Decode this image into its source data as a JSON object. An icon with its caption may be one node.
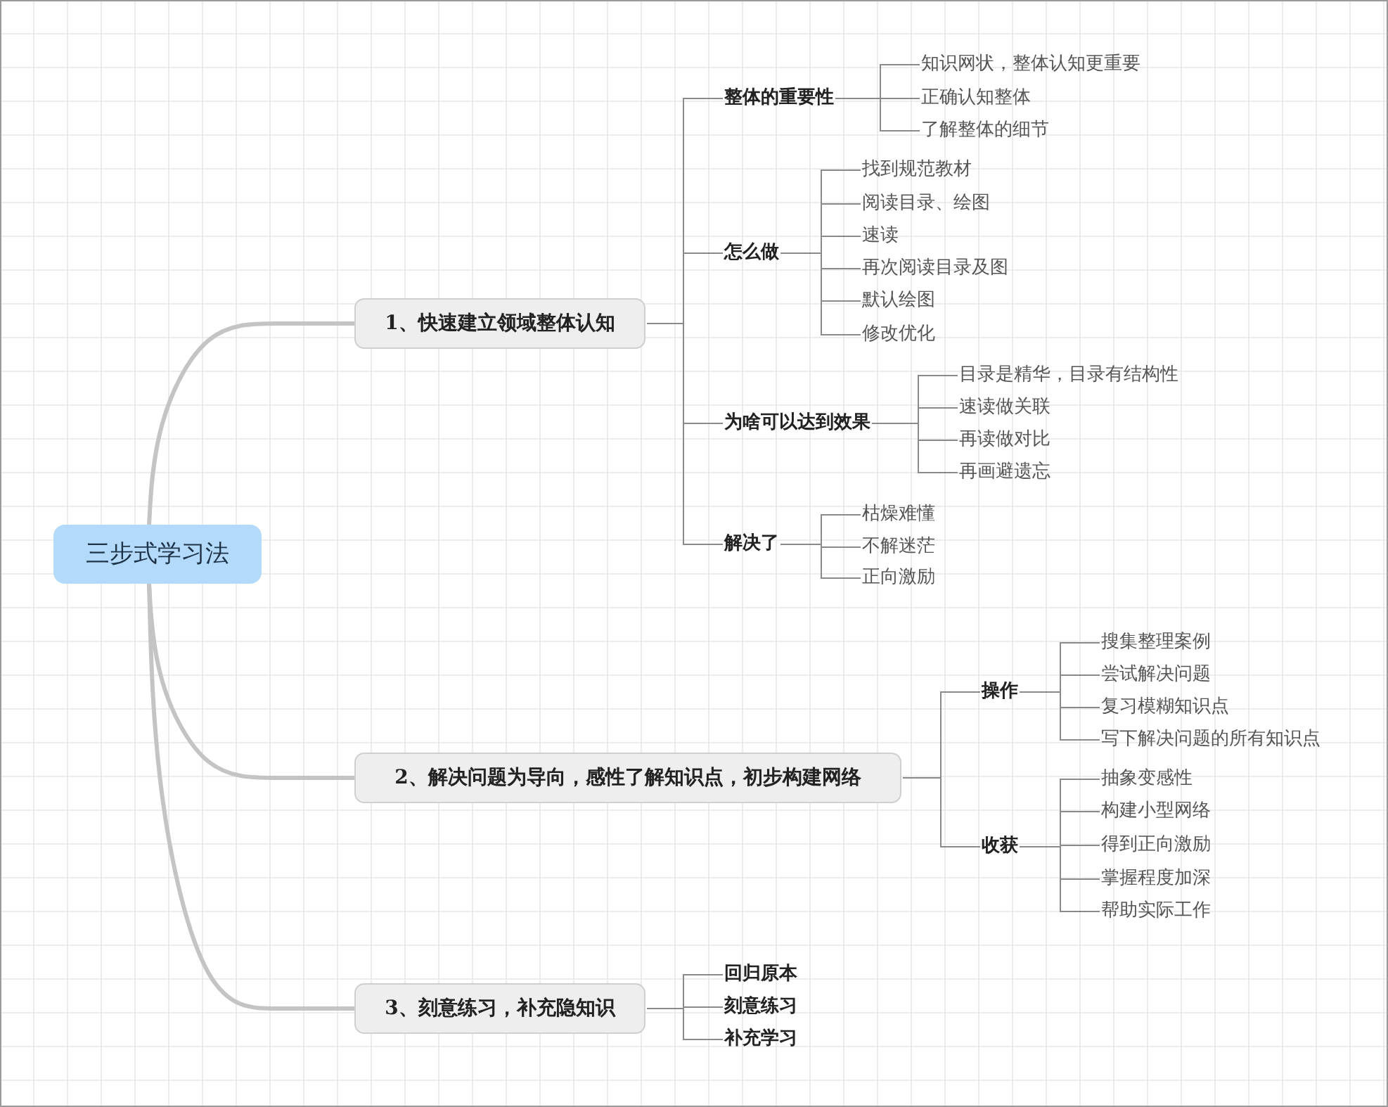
{
  "diagram": {
    "nodes": [
      {
        "text": [
          "三步式学习法"
        ]
      },
      {
        "text": [
          "1、快速建立领域整体认知"
        ]
      },
      {
        "text": [
          "整体的重要性"
        ]
      },
      {
        "text": [
          "知识网状，整体认知更重要"
        ]
      },
      {
        "text": [
          "正确认知整体"
        ]
      },
      {
        "text": [
          "了解整体的细节"
        ]
      },
      {
        "text": [
          "怎么做"
        ]
      },
      {
        "text": [
          "找到规范教材"
        ]
      },
      {
        "text": [
          "阅读目录、绘图"
        ]
      },
      {
        "text": [
          "速读"
        ]
      },
      {
        "text": [
          "再次阅读目录及图"
        ]
      },
      {
        "text": [
          "默认绘图"
        ]
      },
      {
        "text": [
          "修改优化"
        ]
      },
      {
        "text": [
          "为啥可以达到效果"
        ]
      },
      {
        "text": [
          "目录是精华，目录有结构性"
        ]
      },
      {
        "text": [
          "速读做关联"
        ]
      },
      {
        "text": [
          "再读做对比"
        ]
      },
      {
        "text": [
          "再画避遗忘"
        ]
      },
      {
        "text": [
          "解决了"
        ]
      },
      {
        "text": [
          "枯燥难懂"
        ]
      },
      {
        "text": [
          "不解迷茫"
        ]
      },
      {
        "text": [
          "正向激励"
        ]
      },
      {
        "text": [
          "2、解决问题为导向，感性了解知识点，初步构建网络"
        ]
      },
      {
        "text": [
          "操作"
        ]
      },
      {
        "text": [
          "搜集整理案例"
        ]
      },
      {
        "text": [
          "尝试解决问题"
        ]
      },
      {
        "text": [
          "复习模糊知识点"
        ]
      },
      {
        "text": [
          "写下解决问题的所有知识点"
        ]
      },
      {
        "text": [
          "收获"
        ]
      },
      {
        "text": [
          "抽象变感性"
        ]
      },
      {
        "text": [
          "构建小型网络"
        ]
      },
      {
        "text": [
          "得到正向激励"
        ]
      },
      {
        "text": [
          "掌握程度加深"
        ]
      },
      {
        "text": [
          "帮助实际工作"
        ]
      },
      {
        "text": [
          "3、刻意练习，补充隐知识"
        ]
      },
      {
        "text": [
          "回归原本"
        ]
      },
      {
        "text": [
          "刻意练习"
        ]
      },
      {
        "text": [
          "补充学习"
        ]
      }
    ],
    "edges": [
      {
        "from": 0,
        "to": 1,
        "arrow": "none",
        "style": "thick",
        "color": "#c4c4c4"
      },
      {
        "from": 0,
        "to": 22,
        "arrow": "none",
        "style": "thick",
        "color": "#c4c4c4"
      },
      {
        "from": 0,
        "to": 34,
        "arrow": "none",
        "style": "thick",
        "color": "#c4c4c4"
      },
      {
        "from": 1,
        "to": 2,
        "arrow": "none"
      },
      {
        "from": 1,
        "to": 6,
        "arrow": "none"
      },
      {
        "from": 1,
        "to": 13,
        "arrow": "none"
      },
      {
        "from": 1,
        "to": 18,
        "arrow": "none"
      },
      {
        "from": 2,
        "to": 3,
        "arrow": "none"
      },
      {
        "from": 2,
        "to": 4,
        "arrow": "none"
      },
      {
        "from": 2,
        "to": 5,
        "arrow": "none"
      },
      {
        "from": 6,
        "to": 7,
        "arrow": "none"
      },
      {
        "from": 6,
        "to": 8,
        "arrow": "none"
      },
      {
        "from": 6,
        "to": 9,
        "arrow": "none"
      },
      {
        "from": 6,
        "to": 10,
        "arrow": "none"
      },
      {
        "from": 6,
        "to": 11,
        "arrow": "none"
      },
      {
        "from": 6,
        "to": 12,
        "arrow": "none"
      },
      {
        "from": 13,
        "to": 14,
        "arrow": "none"
      },
      {
        "from": 13,
        "to": 15,
        "arrow": "none"
      },
      {
        "from": 13,
        "to": 16,
        "arrow": "none"
      },
      {
        "from": 13,
        "to": 17,
        "arrow": "none"
      },
      {
        "from": 18,
        "to": 19,
        "arrow": "none"
      },
      {
        "from": 18,
        "to": 20,
        "arrow": "none"
      },
      {
        "from": 18,
        "to": 21,
        "arrow": "none"
      },
      {
        "from": 22,
        "to": 23,
        "arrow": "none"
      },
      {
        "from": 22,
        "to": 28,
        "arrow": "none"
      },
      {
        "from": 23,
        "to": 24,
        "arrow": "none"
      },
      {
        "from": 23,
        "to": 25,
        "arrow": "none"
      },
      {
        "from": 23,
        "to": 26,
        "arrow": "none"
      },
      {
        "from": 23,
        "to": 27,
        "arrow": "none"
      },
      {
        "from": 28,
        "to": 29,
        "arrow": "none"
      },
      {
        "from": 28,
        "to": 30,
        "arrow": "none"
      },
      {
        "from": 28,
        "to": 31,
        "arrow": "none"
      },
      {
        "from": 28,
        "to": 32,
        "arrow": "none"
      },
      {
        "from": 28,
        "to": 33,
        "arrow": "none"
      },
      {
        "from": 34,
        "to": 35,
        "arrow": "none"
      },
      {
        "from": 34,
        "to": 36,
        "arrow": "none"
      },
      {
        "from": 34,
        "to": 37,
        "arrow": "none"
      }
    ]
  }
}
